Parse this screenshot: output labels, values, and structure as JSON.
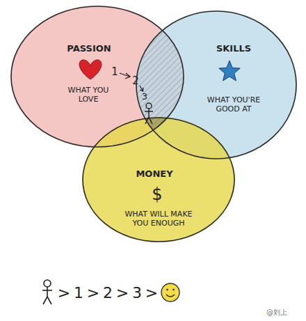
{
  "diagram": {
    "nodes": [
      {
        "text": [
          "PASSION",
          "WHAT YOU LOVE"
        ]
      },
      {
        "text": [
          "SKILLS",
          "WHAT YOU'RE GOOD AT"
        ]
      },
      {
        "text": [
          "MONEY",
          "$",
          "WHAT WILL MAKE YOU ENOUGH"
        ]
      }
    ],
    "labels": [
      "1",
      "2",
      "3",
      ">",
      "1",
      ">",
      "2",
      ">",
      "3",
      ">",
      "@刘上"
    ]
  }
}
